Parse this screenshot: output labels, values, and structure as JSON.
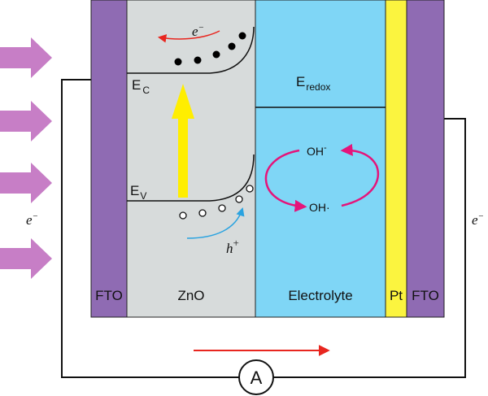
{
  "colors": {
    "fto": "#8f6bb3",
    "zno": "#d7dbdb",
    "electrolyte": "#7fd6f6",
    "pt": "#fbf43f",
    "light_arrow": "#c77ec6",
    "yellow_arrow": "#ffee00",
    "red_arrow": "#e8261f",
    "blue_arrow": "#2aa3e0",
    "redox_cycle": "#e5147a",
    "wire": "#111111"
  },
  "labels": {
    "fto_left": "FTO",
    "zno": "ZnO",
    "electrolyte": "Electrolyte",
    "pt": "Pt",
    "fto_right": "FTO",
    "ec_main": "E",
    "ec_sub": "C",
    "ev_main": "E",
    "ev_sub": "V",
    "eredox_main": "E",
    "eredox_sub": "redox",
    "electron_top": "e",
    "electron_top_sup": "−",
    "hole": "h",
    "hole_sup": "+",
    "electron_left": "e",
    "electron_left_sup": "−",
    "electron_right": "e",
    "electron_right_sup": "−",
    "oh_minus": "OH",
    "oh_minus_sup": "-",
    "oh_radical": "OH·",
    "ammeter": "A"
  },
  "icons": {
    "light_arrows": "incident-light-arrow-icon",
    "ammeter": "ammeter-icon",
    "current_arrow": "current-direction-arrow-icon"
  }
}
